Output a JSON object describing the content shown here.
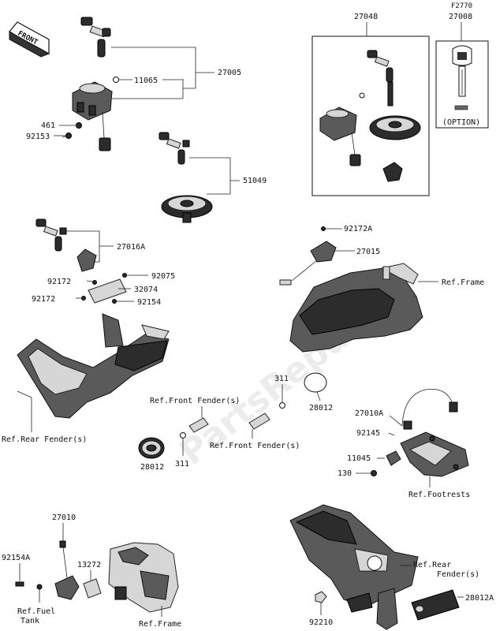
{
  "front_badge": "FRONT",
  "watermark": "PartsRepublik",
  "labels": {
    "l27005": "27005",
    "l11065": "11065",
    "l461": "461",
    "l92153": "92153",
    "l51049": "51049",
    "l27016A": "27016A",
    "l92172a": "92172",
    "l92172b": "92172",
    "l92075": "92075",
    "l32074": "32074",
    "l92154": "92154",
    "l27048": "27048",
    "lF2770": "F2770",
    "l27008": "27008",
    "option": "(OPTION)",
    "l92172A": "92172A",
    "l27015": "27015",
    "refFrame1": "Ref.Frame",
    "refRearFender1": "Ref.Rear Fender(s)",
    "refFrontFender1": "Ref.Front Fender(s)",
    "refFrontFender2": "Ref.Front Fender(s)",
    "l311a": "311",
    "l311b": "311",
    "l28012a": "28012",
    "l28012b": "28012",
    "l27010A": "27010A",
    "l92145": "92145",
    "l11045": "11045",
    "l130": "130",
    "refFootrests": "Ref.Footrests",
    "l27010": "27010",
    "l92154A": "92154A",
    "l13272": "13272",
    "refFuel1": "Ref.Fuel",
    "refFuel2": "Tank",
    "refFrame2": "Ref.Frame",
    "refRearFender2a": "Ref.Rear",
    "refRearFender2b": "Fender(s)",
    "l92210": "92210",
    "l28012A": "28012A"
  }
}
